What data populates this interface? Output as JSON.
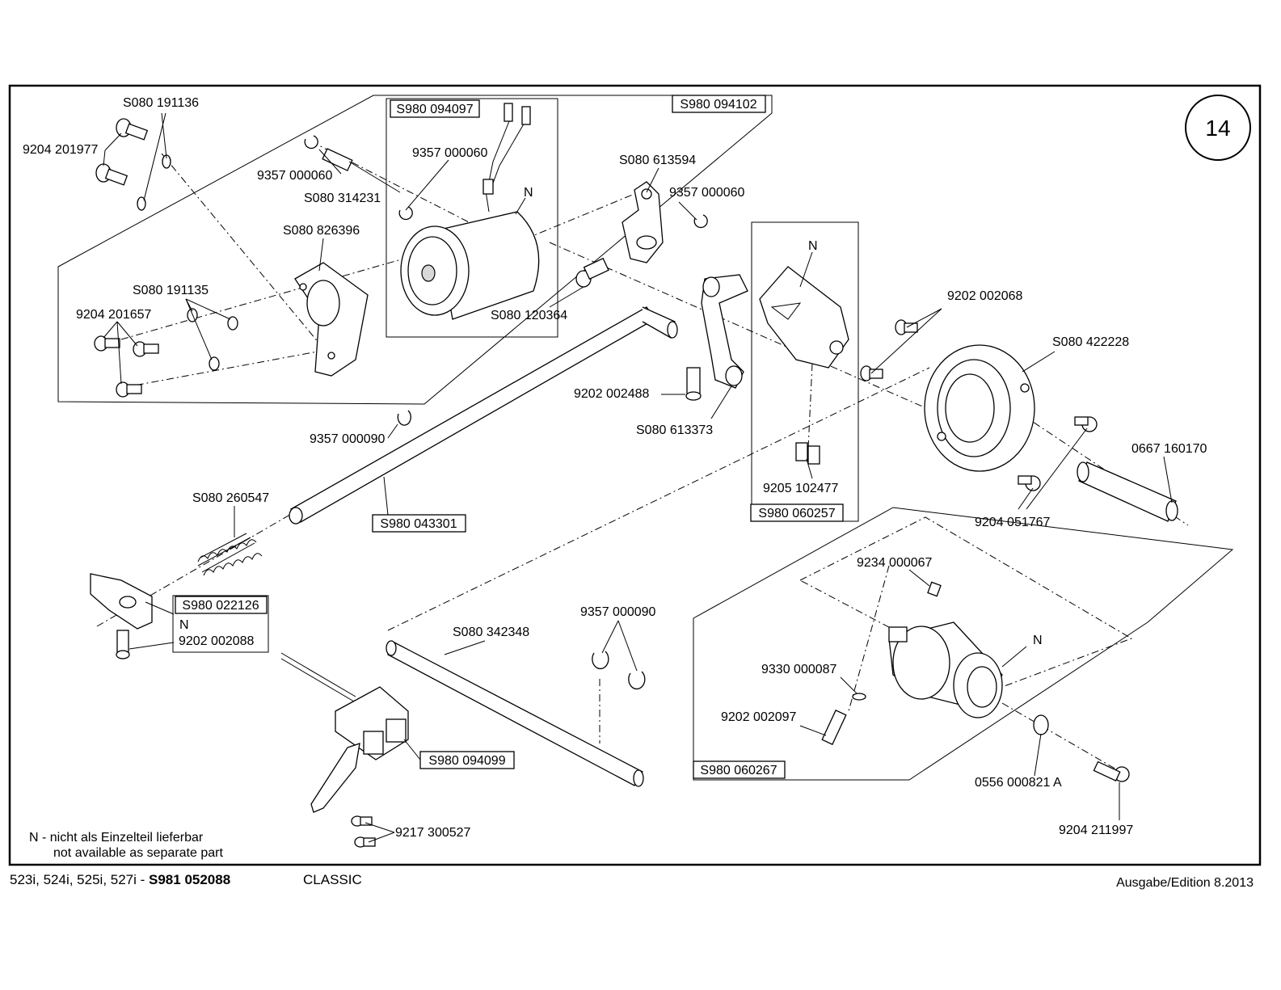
{
  "page_number": "14",
  "footer": {
    "models": "523i, 524i, 525i, 527i - ",
    "kit_number": "S981 052088",
    "series": "CLASSIC",
    "edition": "Ausgabe/Edition  8.2013"
  },
  "legend": {
    "line1": "N - nicht als Einzelteil lieferbar",
    "line2": "not available as separate part"
  },
  "assemblies": {
    "a1": "S980 094097",
    "a2": "S980 094102",
    "a3": "S980 060257",
    "a4": "S980 043301",
    "a5": "S980 022126",
    "a6": "S980 094099",
    "a7": "S980 060267"
  },
  "parts": {
    "p1": "S080 191136",
    "p2": "9204 201977",
    "p3": "9357 000060",
    "p4": "S080 314231",
    "p5": "9357 000060",
    "p6": "S080 613594",
    "p7": "9357 000060",
    "p8": "S080 826396",
    "p9": "S080 191135",
    "p10": "9204 201657",
    "p11": "S080 120364",
    "p12": "9202 002068",
    "p13": "S080 422228",
    "p14": "9202 002488",
    "p15": "S080 613373",
    "p16": "9357 000090",
    "p17": "0667 160170",
    "p18": "9205 102477",
    "p19": "S080 260547",
    "p20": "9204 051767",
    "p21": "9234 000067",
    "p22": "9202 002088",
    "p23": "S080 342348",
    "p24": "9357 000090",
    "p25": "9330 000087",
    "p26": "9202 002097",
    "p27": "0556 000821 A",
    "p28": "9204 211997",
    "p29": "9217 300527"
  },
  "n_marks": {
    "n1": "N",
    "n2": "N",
    "n3": "N",
    "n4": "N"
  }
}
